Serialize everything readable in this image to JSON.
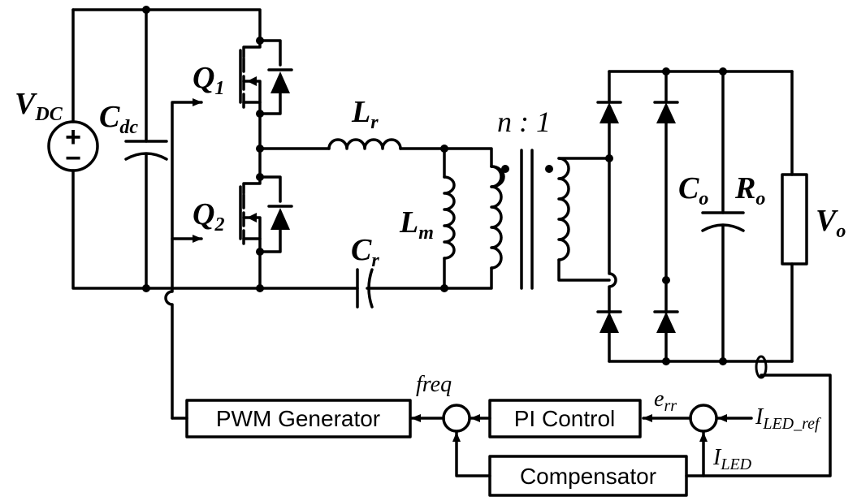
{
  "labels": {
    "vdc": {
      "main": "V",
      "sub": "DC"
    },
    "cdc": {
      "main": "C",
      "sub": "dc"
    },
    "q1": {
      "main": "Q",
      "sub": "1"
    },
    "q2": {
      "main": "Q",
      "sub": "2"
    },
    "lr": {
      "main": "L",
      "sub": "r"
    },
    "lm": {
      "main": "L",
      "sub": "m"
    },
    "cr": {
      "main": "C",
      "sub": "r"
    },
    "ratio": "n : 1",
    "co": {
      "main": "C",
      "sub": "o"
    },
    "ro": {
      "main": "R",
      "sub": "o"
    },
    "vo": {
      "main": "V",
      "sub": "o"
    },
    "freq": "freq",
    "err": {
      "main": "e",
      "sub": "rr"
    },
    "iled_ref": {
      "main": "I",
      "sub": "LED_ref"
    },
    "iled": {
      "main": "I",
      "sub": "LED"
    },
    "source_symbols": {
      "plus": "+",
      "minus": "−"
    }
  },
  "blocks": {
    "pwm": "PWM Generator",
    "pi": "PI Control",
    "comp": "Compensator"
  }
}
